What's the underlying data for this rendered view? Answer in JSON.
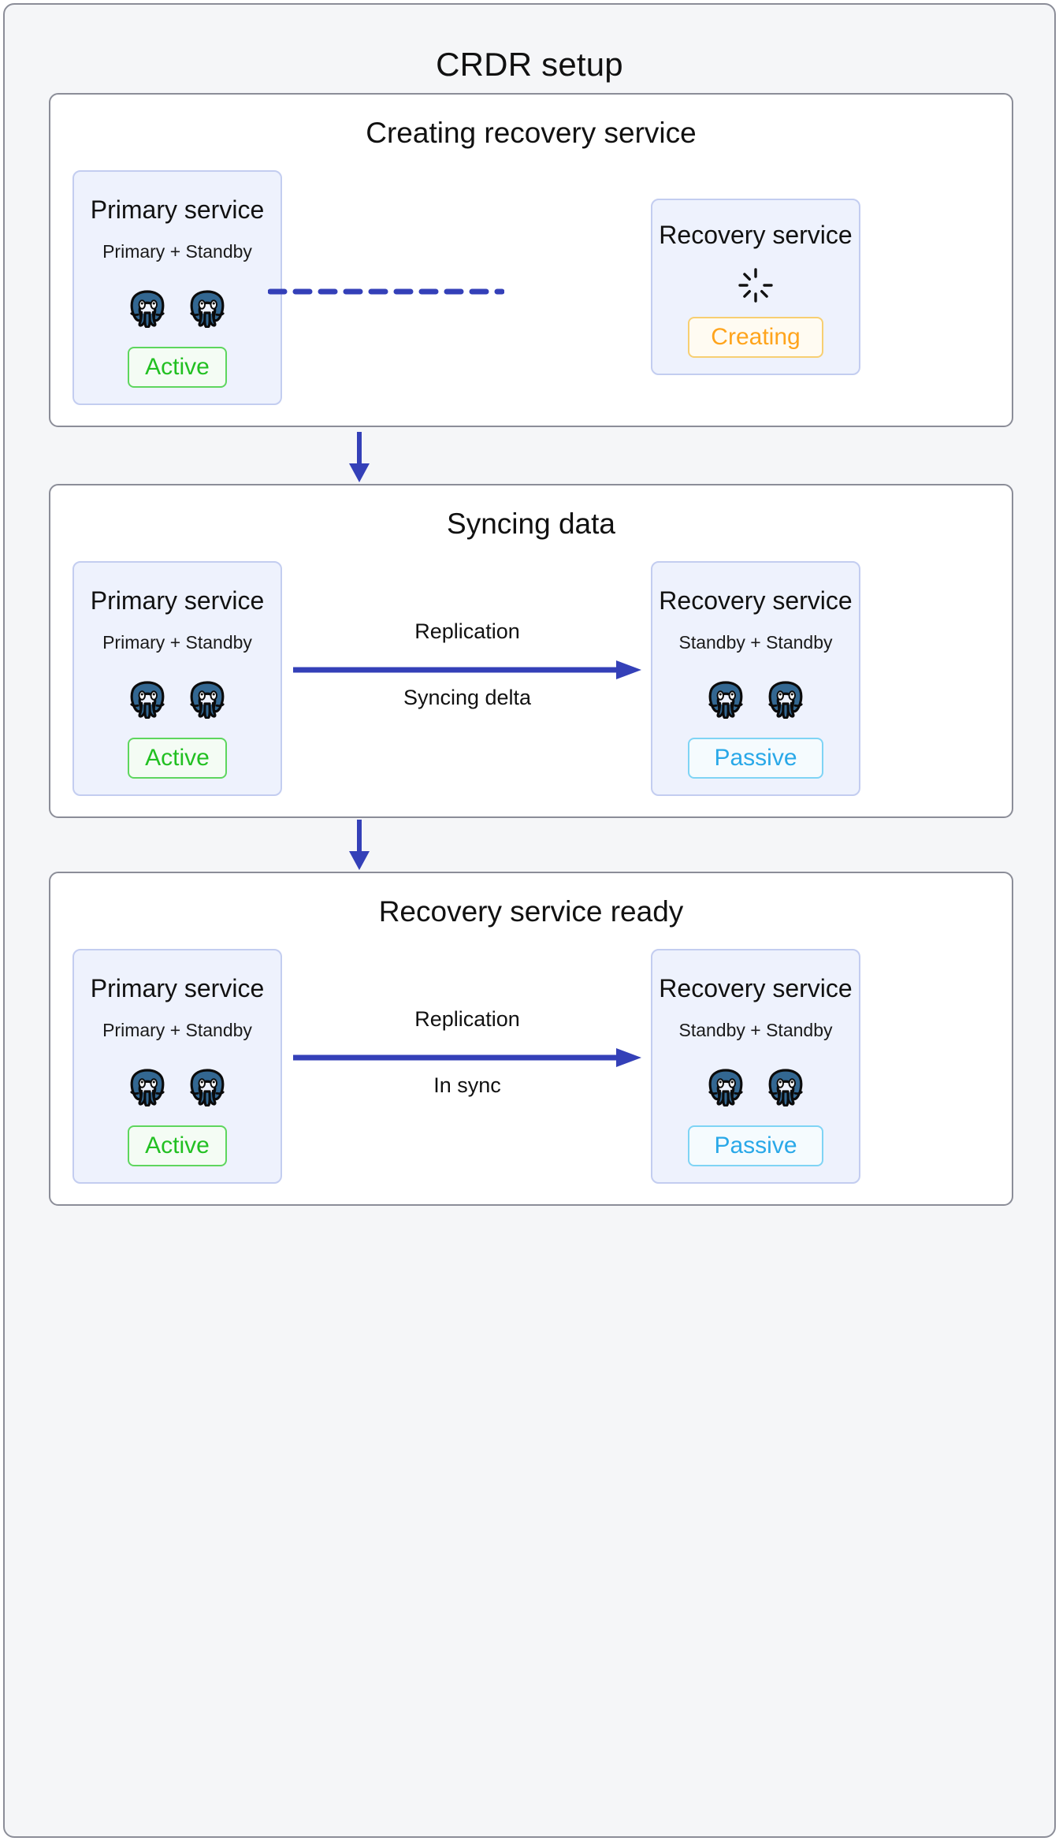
{
  "diagram": {
    "title": "CRDR setup",
    "background_color": "#f5f6f8",
    "frame_border_color": "#8b8d98",
    "card_fill_color": "#eef2fd",
    "card_border_color": "#c3cdf0",
    "connector_color": "#3440b8",
    "postgres_logo_color": "#336791"
  },
  "stages": [
    {
      "title": "Creating recovery service",
      "left_service": {
        "title": "Primary service",
        "subtitle": "Primary + Standby",
        "node_icons": [
          "postgres-elephant-icon",
          "postgres-elephant-icon"
        ],
        "status_label": "Active",
        "status_kind": "active"
      },
      "right_service": {
        "title": "Recovery service",
        "subtitle": "",
        "node_icons": [],
        "spinner_icon": "loading-spinner-icon",
        "status_label": "Creating",
        "status_kind": "creating"
      },
      "connector": {
        "kind": "dashed",
        "label_top": "",
        "label_bottom": "",
        "arrowhead": false
      }
    },
    {
      "title": "Syncing data",
      "left_service": {
        "title": "Primary service",
        "subtitle": "Primary + Standby",
        "node_icons": [
          "postgres-elephant-icon",
          "postgres-elephant-icon"
        ],
        "status_label": "Active",
        "status_kind": "active"
      },
      "right_service": {
        "title": "Recovery service",
        "subtitle": "Standby + Standby",
        "node_icons": [
          "postgres-elephant-icon",
          "postgres-elephant-icon"
        ],
        "status_label": "Passive",
        "status_kind": "passive"
      },
      "connector": {
        "kind": "solid-arrow",
        "label_top": "Replication",
        "label_bottom": "Syncing delta",
        "arrowhead": true
      }
    },
    {
      "title": "Recovery service ready",
      "left_service": {
        "title": "Primary service",
        "subtitle": "Primary + Standby",
        "node_icons": [
          "postgres-elephant-icon",
          "postgres-elephant-icon"
        ],
        "status_label": "Active",
        "status_kind": "active"
      },
      "right_service": {
        "title": "Recovery service",
        "subtitle": "Standby + Standby",
        "node_icons": [
          "postgres-elephant-icon",
          "postgres-elephant-icon"
        ],
        "status_label": "Passive",
        "status_kind": "passive"
      },
      "connector": {
        "kind": "solid-arrow",
        "label_top": "Replication",
        "label_bottom": "In sync",
        "arrowhead": true
      }
    }
  ],
  "flow_arrows": [
    {
      "name": "stage-1-to-stage-2",
      "direction": "down"
    },
    {
      "name": "stage-2-to-stage-3",
      "direction": "down"
    }
  ]
}
